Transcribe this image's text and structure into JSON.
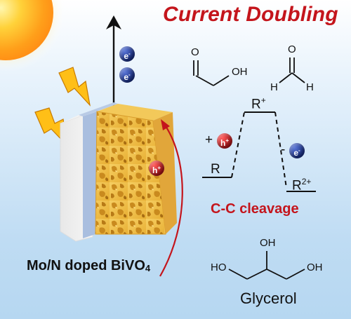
{
  "title": "Current Doubling",
  "device_label": {
    "main": "Mo/N doped BiVO",
    "sub": "4"
  },
  "cleavage_label": "C-C cleavage",
  "glycerol_label": "Glycerol",
  "molecules": {
    "glycolaldehyde": {
      "o": "O",
      "oh": "OH"
    },
    "formaldehyde": {
      "o": "O",
      "h1": "H",
      "h2": "H"
    },
    "glycerol": {
      "oh_top": "OH",
      "oh_left": "HO",
      "oh_right": "OH"
    }
  },
  "energy_levels": {
    "r": "R",
    "r_plus": "R",
    "r_plus_sup": "+",
    "r2_plus": "R",
    "r2_plus_sup": "2+"
  },
  "reaction_symbols": {
    "plus": "+",
    "minus": "-"
  },
  "particles": {
    "electron": {
      "letter": "e",
      "charge": "-"
    },
    "hole": {
      "letter": "h",
      "charge": "+"
    }
  },
  "colors": {
    "accent_red": "#c4151c",
    "electron_blue": "#1a2f8a",
    "hole_red": "#c8151b",
    "sky_blue": "#bfdcf3",
    "sun": "#ffb21e",
    "bivo4_yellow": "#f0c24e"
  }
}
